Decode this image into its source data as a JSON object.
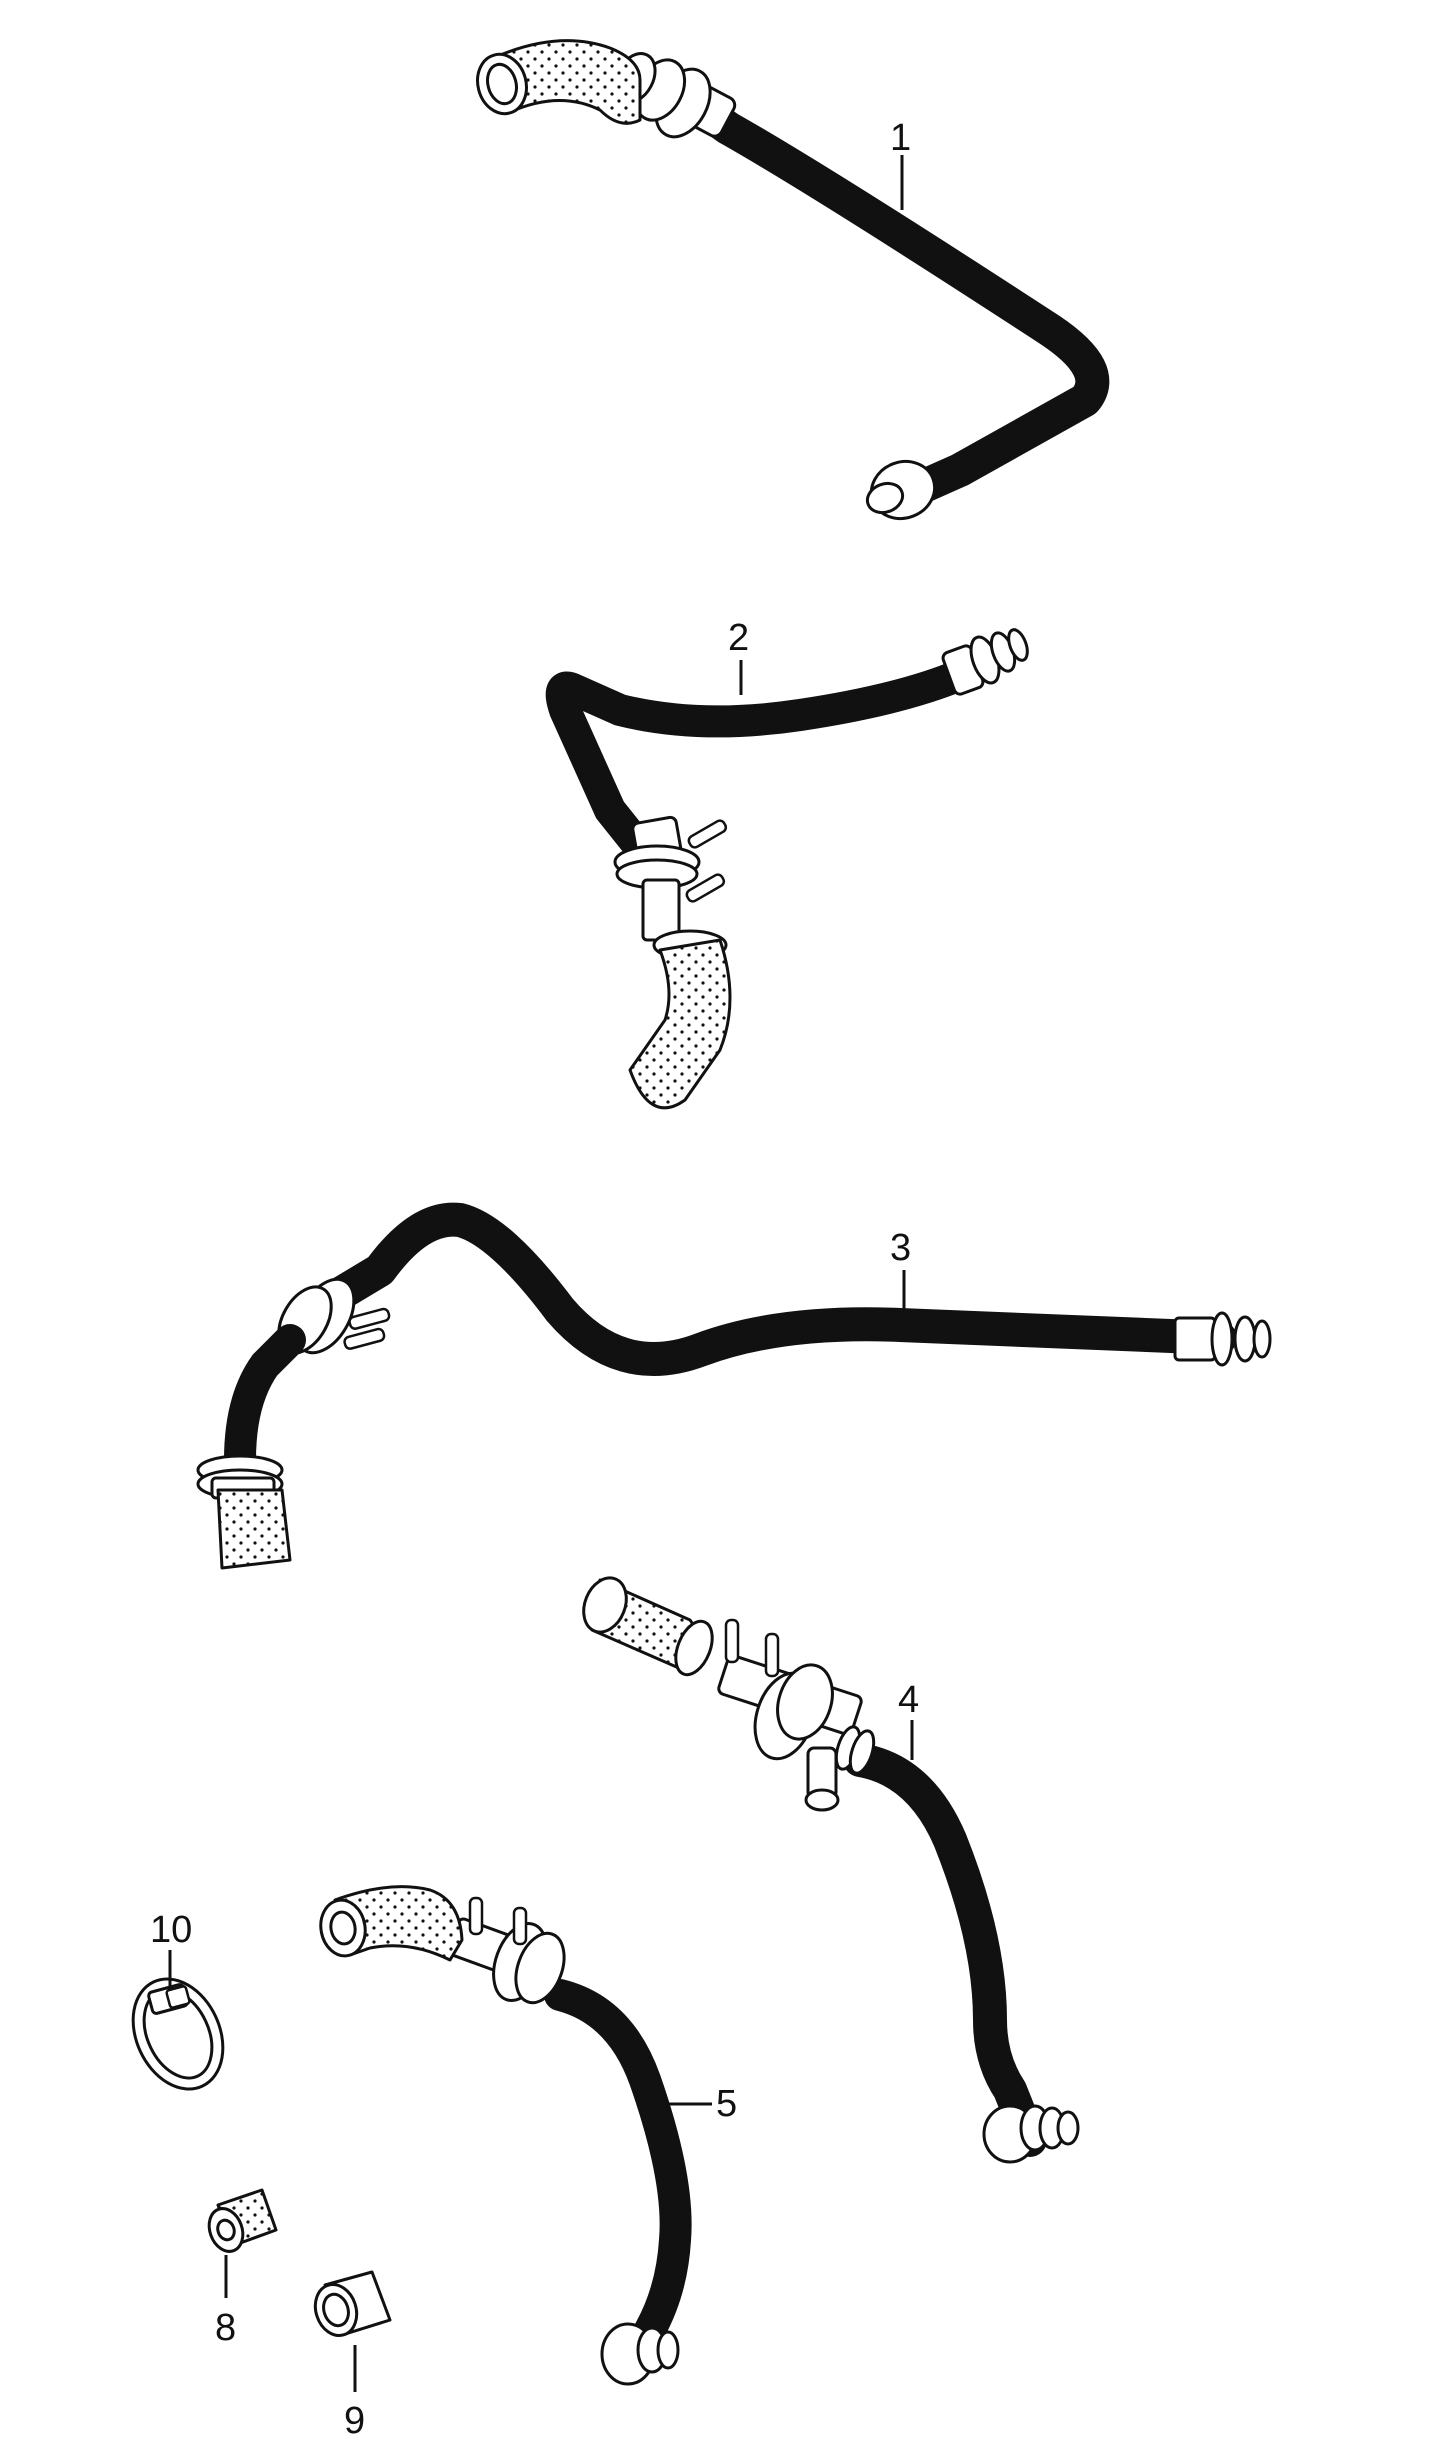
{
  "callouts": [
    {
      "id": "1",
      "text": "1"
    },
    {
      "id": "2",
      "text": "2"
    },
    {
      "id": "3",
      "text": "3"
    },
    {
      "id": "4",
      "text": "4"
    },
    {
      "id": "5",
      "text": "5"
    },
    {
      "id": "8",
      "text": "8"
    },
    {
      "id": "9",
      "text": "9"
    },
    {
      "id": "10",
      "text": "10"
    }
  ]
}
